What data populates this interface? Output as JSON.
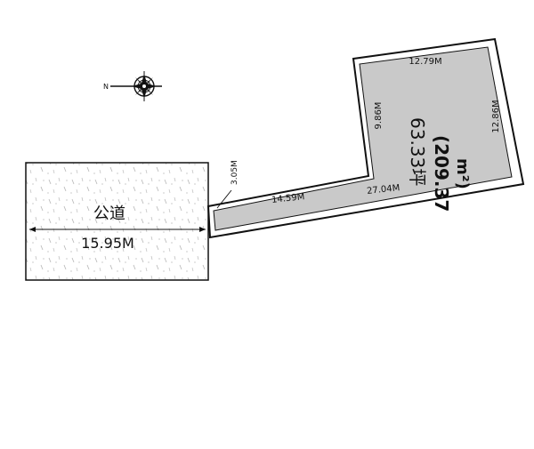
{
  "compass": {
    "north_label": "N",
    "icon": "compass-rose-icon"
  },
  "road": {
    "label": "公道",
    "width": "15.95M"
  },
  "lot": {
    "dimensions": {
      "frontage": "3.05M",
      "access_lower_left": "14.59M",
      "access_lower_right": "27.04M",
      "top": "12.79M",
      "left_inner": "9.86M",
      "right": "12.86M"
    },
    "area_tsubo": "63.33坪",
    "area_sqm_line1": "(209.37",
    "area_sqm_line2": "m²)"
  },
  "colors": {
    "lot_fill": "#c9c9c9",
    "ink": "#111111",
    "road_speckle": "#b5b5b5"
  }
}
